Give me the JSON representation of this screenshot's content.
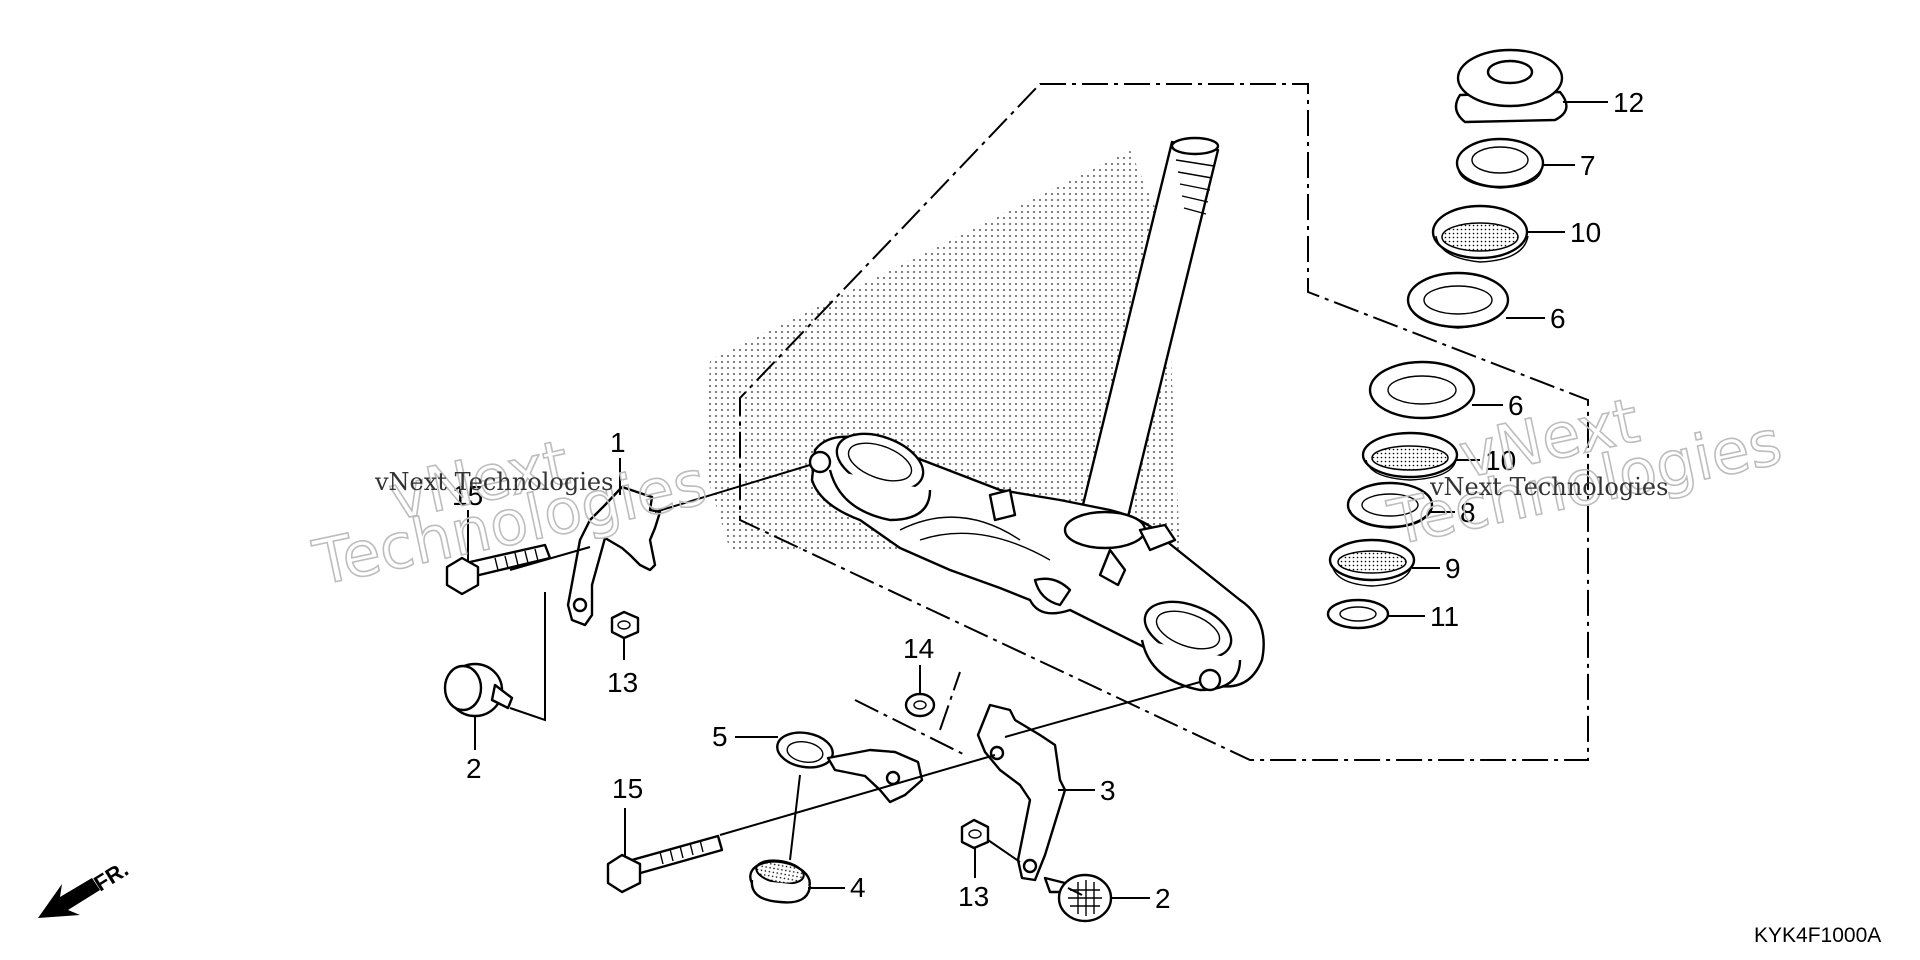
{
  "diagram_code": "KYK4F1000A",
  "direction_label": "FR.",
  "watermark": {
    "brand": "vNext",
    "word": "Technologies",
    "line": "vNext Technologies"
  },
  "callouts": [
    {
      "id": "c1",
      "label": "1"
    },
    {
      "id": "c15a",
      "label": "15"
    },
    {
      "id": "c13a",
      "label": "13"
    },
    {
      "id": "c2a",
      "label": "2"
    },
    {
      "id": "c14",
      "label": "14"
    },
    {
      "id": "c5",
      "label": "5"
    },
    {
      "id": "c15b",
      "label": "15"
    },
    {
      "id": "c4",
      "label": "4"
    },
    {
      "id": "c13b",
      "label": "13"
    },
    {
      "id": "c3",
      "label": "3"
    },
    {
      "id": "c2b",
      "label": "2"
    },
    {
      "id": "c12",
      "label": "12"
    },
    {
      "id": "c7",
      "label": "7"
    },
    {
      "id": "c10a",
      "label": "10"
    },
    {
      "id": "c6a",
      "label": "6"
    },
    {
      "id": "c6b",
      "label": "6"
    },
    {
      "id": "c10b",
      "label": "10"
    },
    {
      "id": "c8",
      "label": "8"
    },
    {
      "id": "c9",
      "label": "9"
    },
    {
      "id": "c11",
      "label": "11"
    }
  ]
}
